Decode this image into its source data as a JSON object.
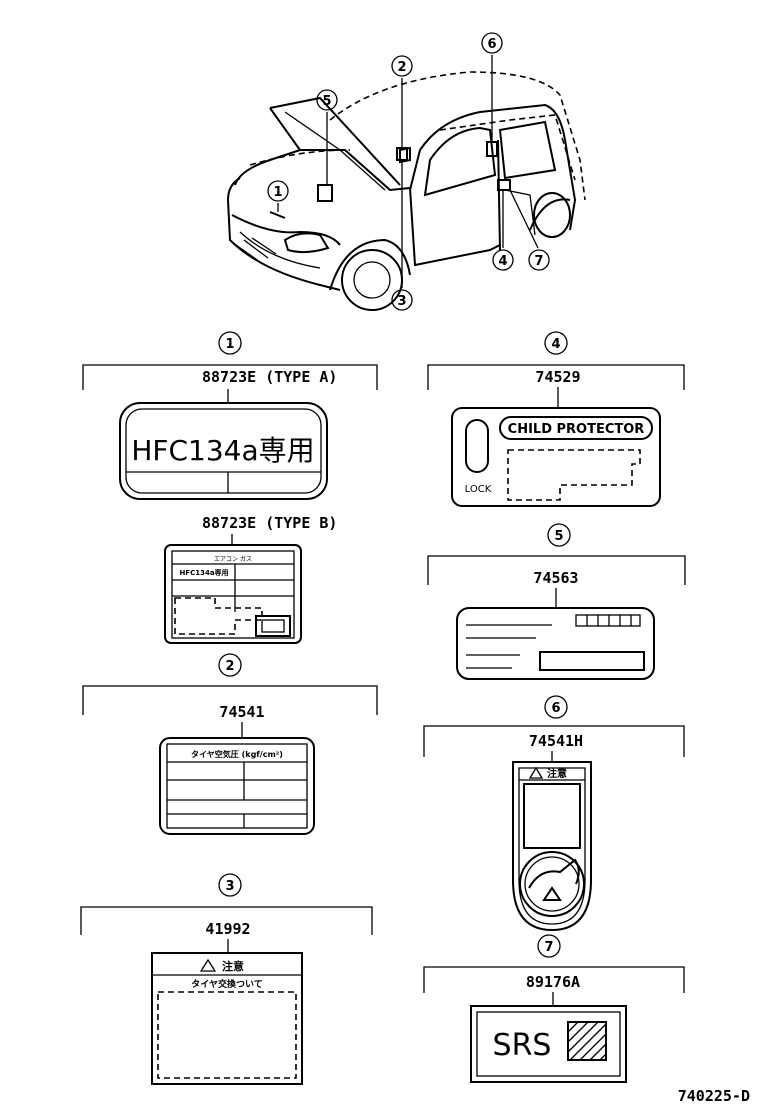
{
  "callouts": {
    "c1": "1",
    "c2": "2",
    "c3": "3",
    "c4": "4",
    "c5": "5",
    "c6": "6",
    "c7": "7"
  },
  "parts": {
    "p1a": "88723E (TYPE  A)",
    "p1b": "88723E (TYPE  B)",
    "p2": "74541",
    "p3": "41992",
    "p4": "74529",
    "p5": "74563",
    "p6": "74541H",
    "p7": "89176A"
  },
  "label_text": {
    "hfc": "HFC134a専用",
    "hfc_small": "HFC134a専用",
    "aircon_small": "エアコン ガス",
    "tire_pressure": "タイヤ空気圧 (kgf/cm²)",
    "caution": "注意",
    "tire_change": "タイヤ交換ついて",
    "child_protector": "CHILD PROTECTOR",
    "lock": "LOCK",
    "srs": "SRS"
  },
  "footer": {
    "code": "740225-D"
  }
}
